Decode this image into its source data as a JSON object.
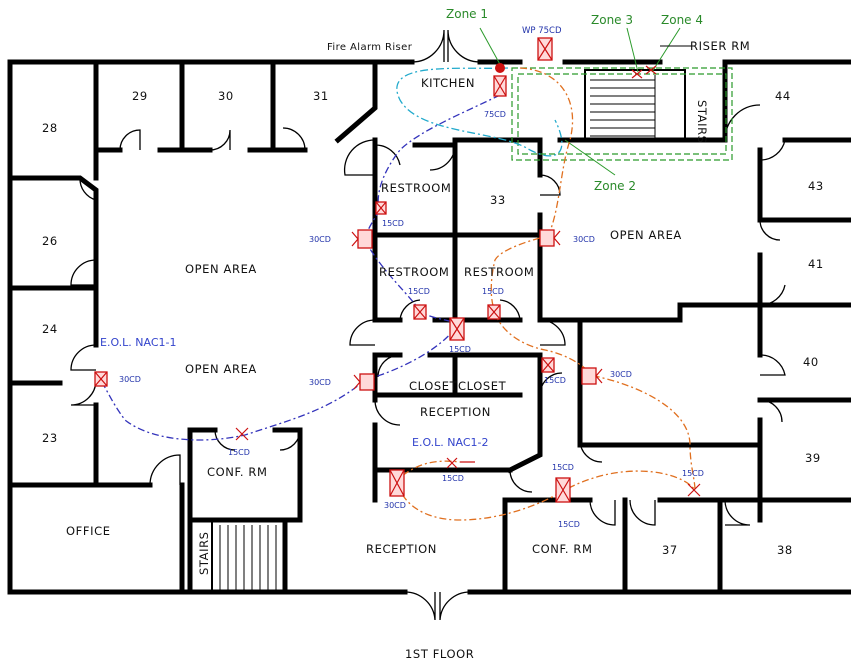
{
  "title": "1ST FLOOR",
  "zones": {
    "zone1": "Zone 1",
    "zone2": "Zone 2",
    "zone3": "Zone 3",
    "zone4": "Zone 4"
  },
  "riser": "Fire Alarm Riser",
  "rooms": {
    "kitchen": "KITCHEN",
    "riser_rm": "RISER RM",
    "stairs_top": "STAIRS",
    "stairs_bottom": "STAIRS",
    "r28": "28",
    "r29": "29",
    "r30": "30",
    "r31": "31",
    "r26": "26",
    "r24": "24",
    "r23": "23",
    "r33": "33",
    "r43": "43",
    "r44": "44",
    "r41": "41",
    "r40": "40",
    "r39": "39",
    "r37": "37",
    "r38": "38",
    "restroom1": "RESTROOM",
    "restroom2": "RESTROOM",
    "restroom3": "RESTROOM",
    "open_area_left": "OPEN AREA",
    "open_area_lower": "OPEN AREA",
    "open_area_right": "OPEN AREA",
    "closet1": "CLOSET",
    "closet2": "CLOSET",
    "reception_mid": "RECEPTION",
    "reception_bottom": "RECEPTION",
    "conf_rm_left": "CONF. RM",
    "conf_rm_right": "CONF. RM",
    "office": "OFFICE"
  },
  "eol": {
    "nac1": "E.O.L. NAC1-1",
    "nac2": "E.O.L. NAC1-2"
  },
  "wp_label": "WP 75CD",
  "candela": {
    "kitchen_75": "75CD",
    "restroom_15": "15CD",
    "openarea_30a": "30CD",
    "rest2_15": "15CD",
    "rest3_15": "15CD",
    "corridor_15": "15CD",
    "openarea_30b": "30CD",
    "eol1_30": "30CD",
    "conf_15": "15CD",
    "openarea_right_30": "30CD",
    "closet_15": "15CD",
    "hall_30": "30CD",
    "recep_30": "30CD",
    "eol2_15": "15CD",
    "confr_15a": "15CD",
    "confr_15b": "15CD",
    "r37_15": "15CD"
  },
  "colors": {
    "walls": "#000000",
    "devices": "#cc1111",
    "nac_blue": "#3333bb",
    "nac_orange": "#e07020",
    "nac_cyan": "#22aacc",
    "zones": "#2a8a2a"
  }
}
